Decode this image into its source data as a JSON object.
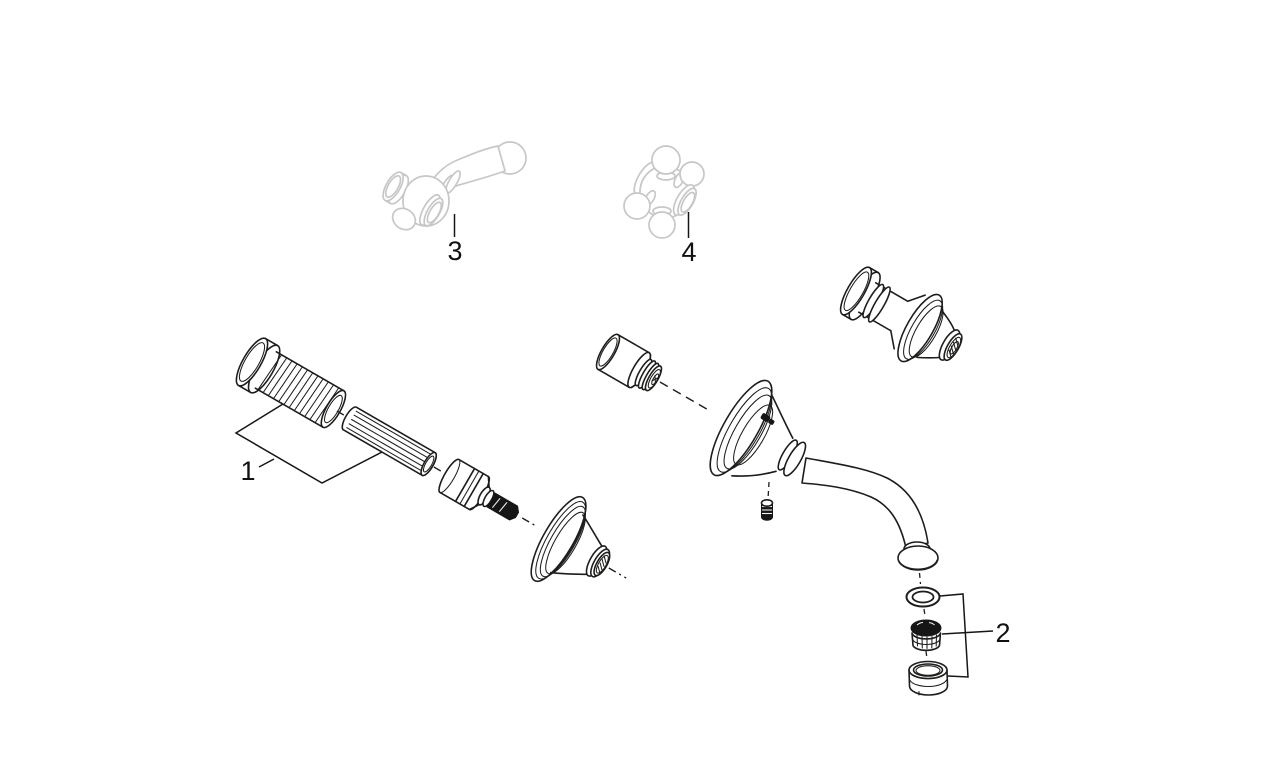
{
  "diagram": {
    "type": "exploded-parts-diagram",
    "background_color": "#ffffff",
    "line_color": "#1d1d1b",
    "ghost_part_color": "#c7c7c7",
    "dark_fill_color": "#161616",
    "callouts": [
      {
        "number": "1",
        "part": "threaded-extension-and-spindle-set"
      },
      {
        "number": "2",
        "part": "aerator-mousseur-set"
      },
      {
        "number": "3",
        "part": "lever-handle-option"
      },
      {
        "number": "4",
        "part": "cross-handle-option"
      }
    ],
    "parts": [
      "wall-flange-threaded-extension",
      "knurled-extension-spindle",
      "valve-headpart-cartridge",
      "bell-escutcheon",
      "spout-union-adapter",
      "spout-escutcheon-flange",
      "set-screw",
      "spout-tube",
      "spout-end-collar",
      "o-ring-washer",
      "aerator-insert",
      "aerator-shell",
      "assembled-valve-with-escutcheon",
      "lever-handle-ghost",
      "cross-handle-ghost"
    ]
  }
}
